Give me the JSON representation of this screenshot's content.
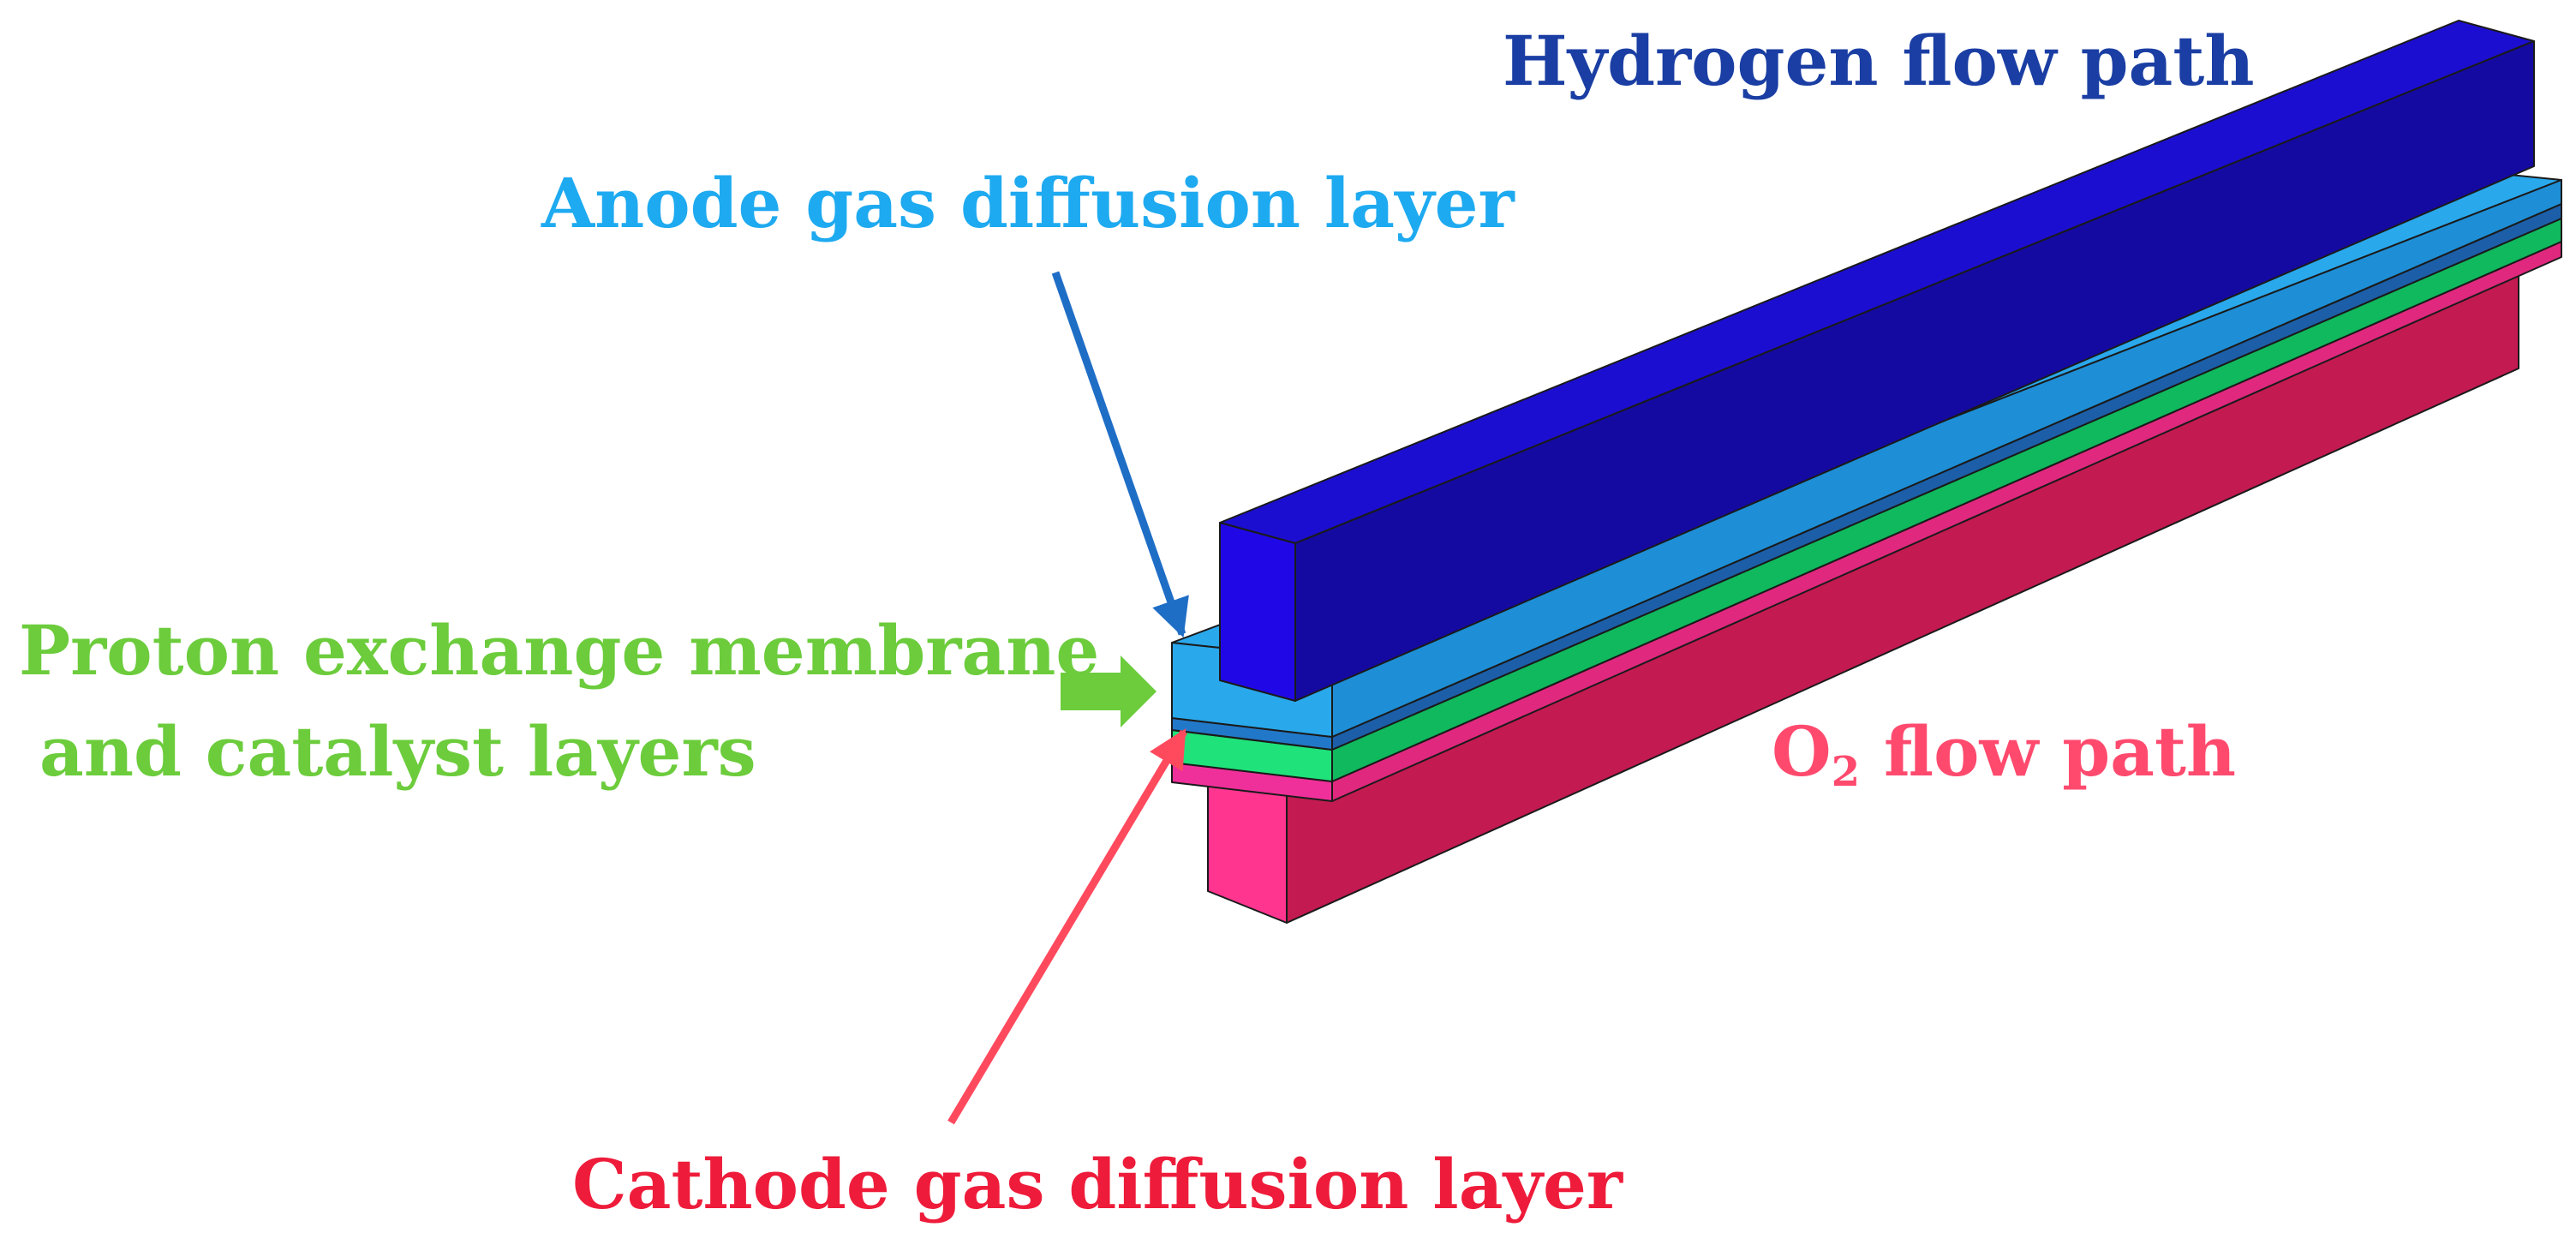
{
  "labels": {
    "hydrogen_flow_path": "Hydrogen flow path",
    "anode_gdl": "Anode gas diffusion layer",
    "pem_line1": "Proton exchange membrane",
    "pem_line2": "and catalyst layers",
    "o2_prefix": "O",
    "o2_subscript": "2",
    "o2_suffix": " flow path",
    "cathode_gdl": "Cathode gas diffusion layer"
  },
  "colors": {
    "hydrogen_label": "#1a3ea3",
    "hydrogen_channel_top": "#1c0ed0",
    "hydrogen_channel_side": "#140aa2",
    "hydrogen_channel_front": "#2008e6",
    "anode_layer": "#2aa8ec",
    "anode_label": "#1eaaf0",
    "anode_arrow": "#1f6ec6",
    "pem_layer": "#1fe27a",
    "pem_label": "#6ccc3c",
    "cathode_layer": "#f0309a",
    "cathode_label": "#ee1c3a",
    "cathode_arrow": "#ff4a5e",
    "o2_channel_side": "#c31a52",
    "o2_channel_front": "#ff3590",
    "o2_label": "#ff4a6e"
  }
}
